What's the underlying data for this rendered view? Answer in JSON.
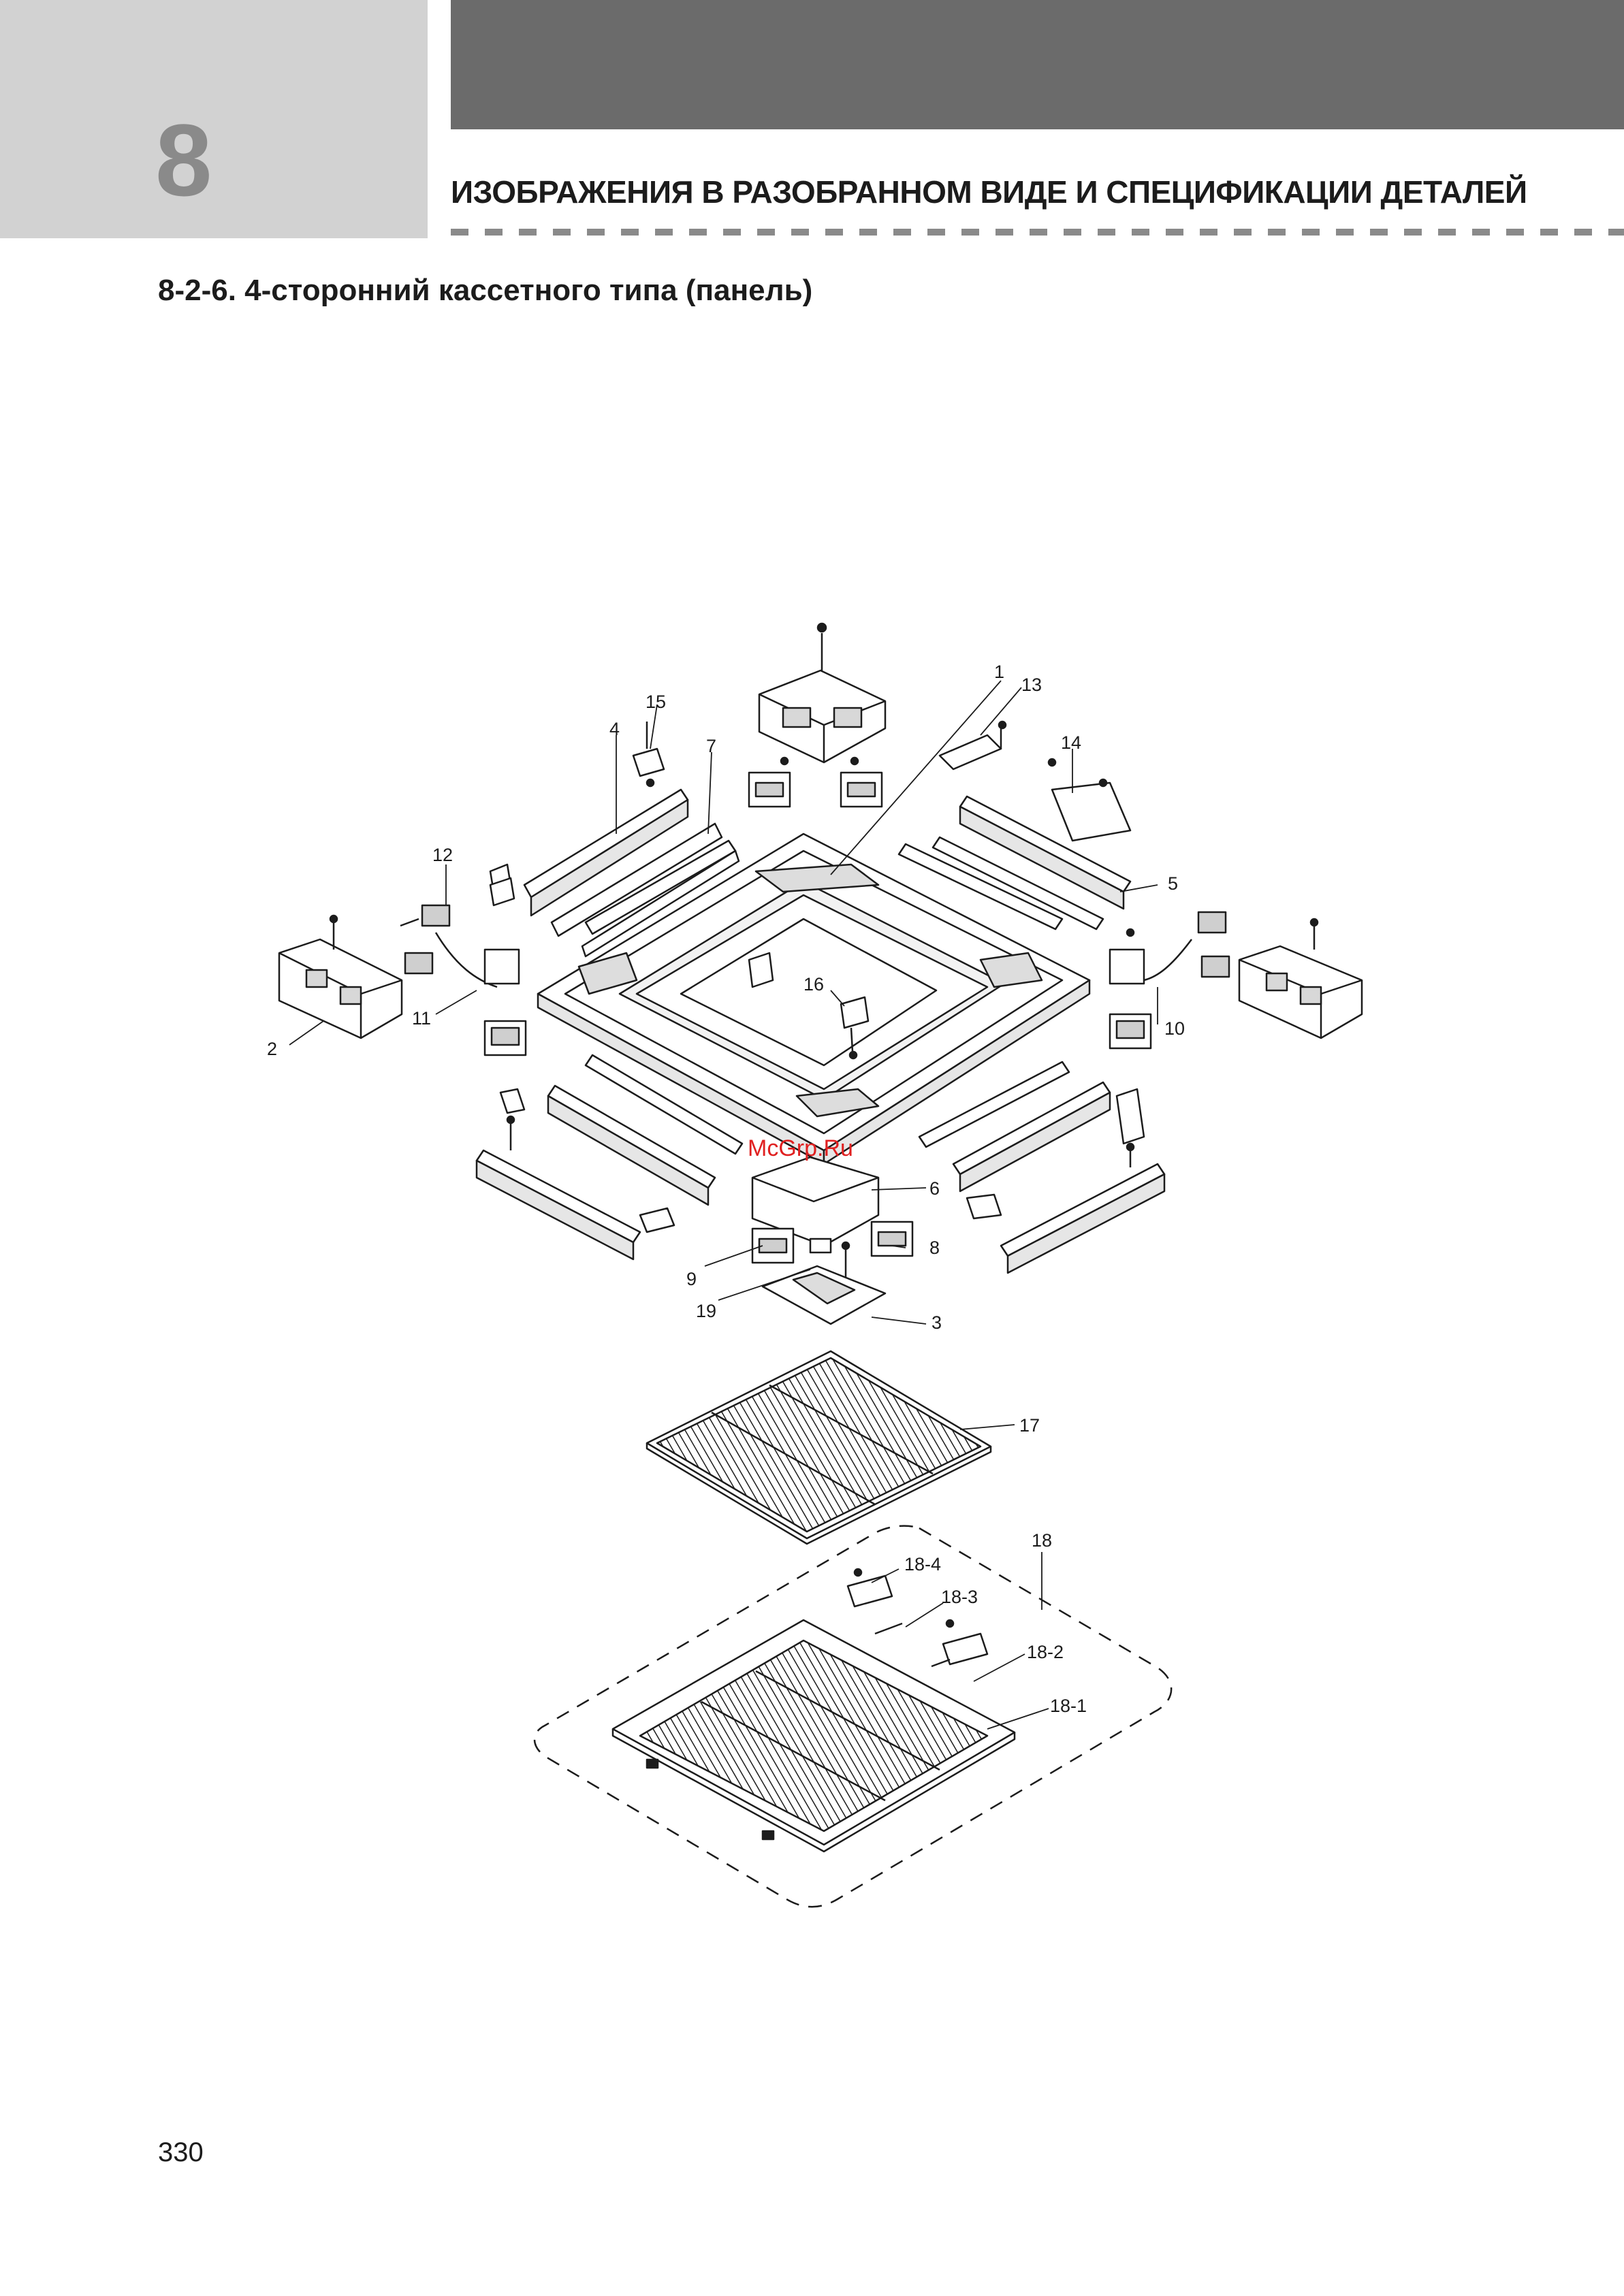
{
  "header": {
    "chapter_number": "8",
    "title": "ИЗОБРАЖЕНИЯ В РАЗОБРАННОМ ВИДЕ И СПЕЦИФИКАЦИИ ДЕТАЛЕЙ"
  },
  "section": {
    "title": "8-2-6. 4-сторонний кассетного типа (панель)"
  },
  "diagram": {
    "part_labels": [
      "1",
      "13",
      "15",
      "4",
      "7",
      "14",
      "12",
      "5",
      "2",
      "11",
      "16",
      "10",
      "6",
      "8",
      "9",
      "19",
      "3",
      "17",
      "18",
      "18-4",
      "18-3",
      "18-2",
      "18-1"
    ],
    "watermark": "McGrp.Ru"
  },
  "footer": {
    "page_number": "330"
  }
}
